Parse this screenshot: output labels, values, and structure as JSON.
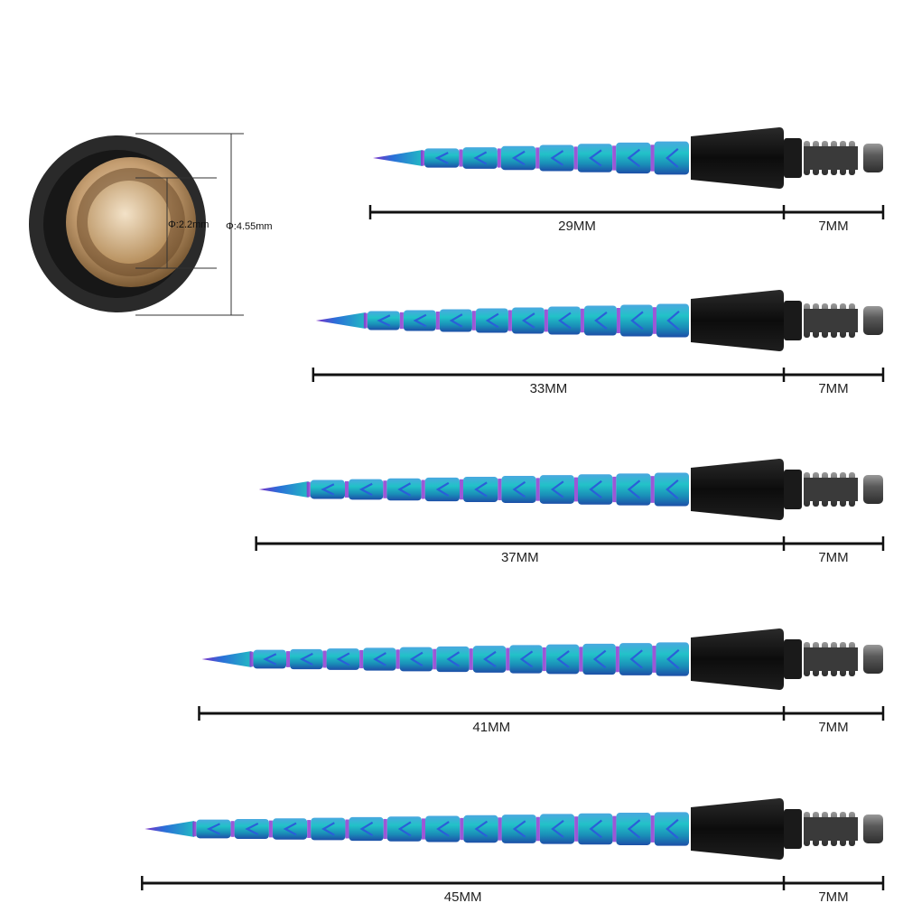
{
  "end_view": {
    "inner_diameter_label": "Φ:2.2mm",
    "outer_diameter_label": "Φ:4.55mm"
  },
  "points": [
    {
      "length_label": "29MM",
      "thread_label": "7MM",
      "length_mm": 29
    },
    {
      "length_label": "33MM",
      "thread_label": "7MM",
      "length_mm": 33
    },
    {
      "length_label": "37MM",
      "thread_label": "7MM",
      "length_mm": 37
    },
    {
      "length_label": "41MM",
      "thread_label": "7MM",
      "length_mm": 41
    },
    {
      "length_label": "45MM",
      "thread_label": "7MM",
      "length_mm": 45
    }
  ],
  "colors": {
    "point_teal": "#1fb6c8",
    "point_blue": "#2a5fd8",
    "point_purple": "#8a3ad0",
    "collar": "#151515",
    "thread": "#6e6e6e",
    "ring_gold": "#c9a77c"
  }
}
